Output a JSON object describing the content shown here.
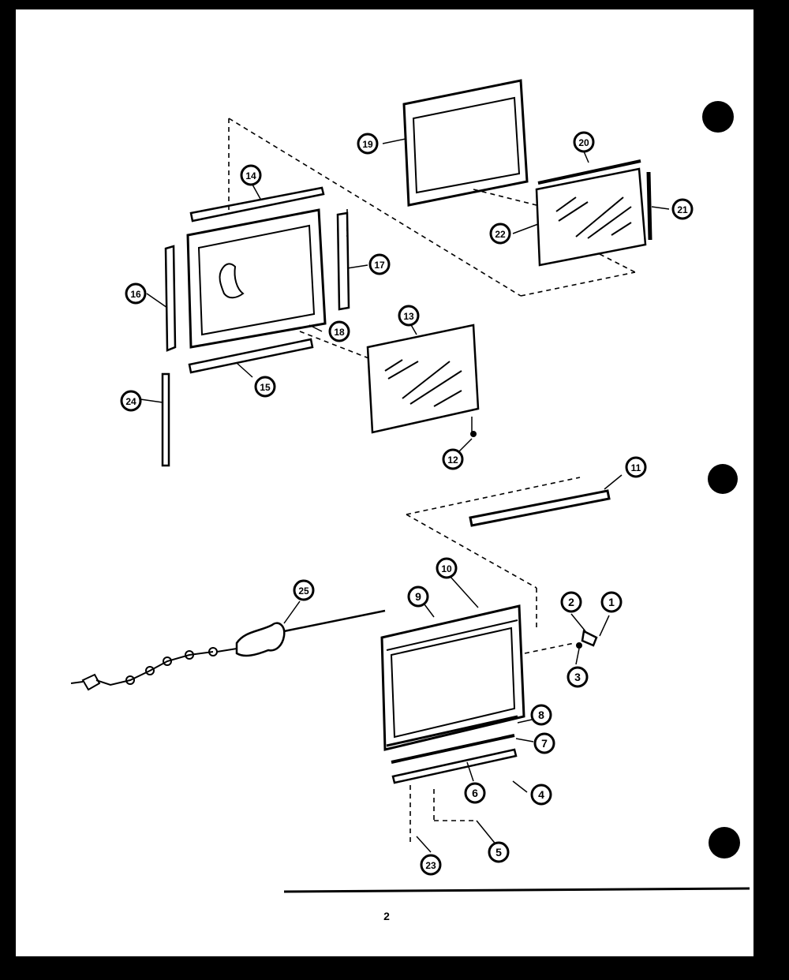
{
  "diagram": {
    "callouts": [
      "1",
      "2",
      "3",
      "4",
      "5",
      "6",
      "7",
      "8",
      "9",
      "10",
      "11",
      "12",
      "13",
      "14",
      "15",
      "16",
      "17",
      "18",
      "19",
      "20",
      "21",
      "22",
      "23",
      "24",
      "25"
    ],
    "page_mark": "2"
  }
}
